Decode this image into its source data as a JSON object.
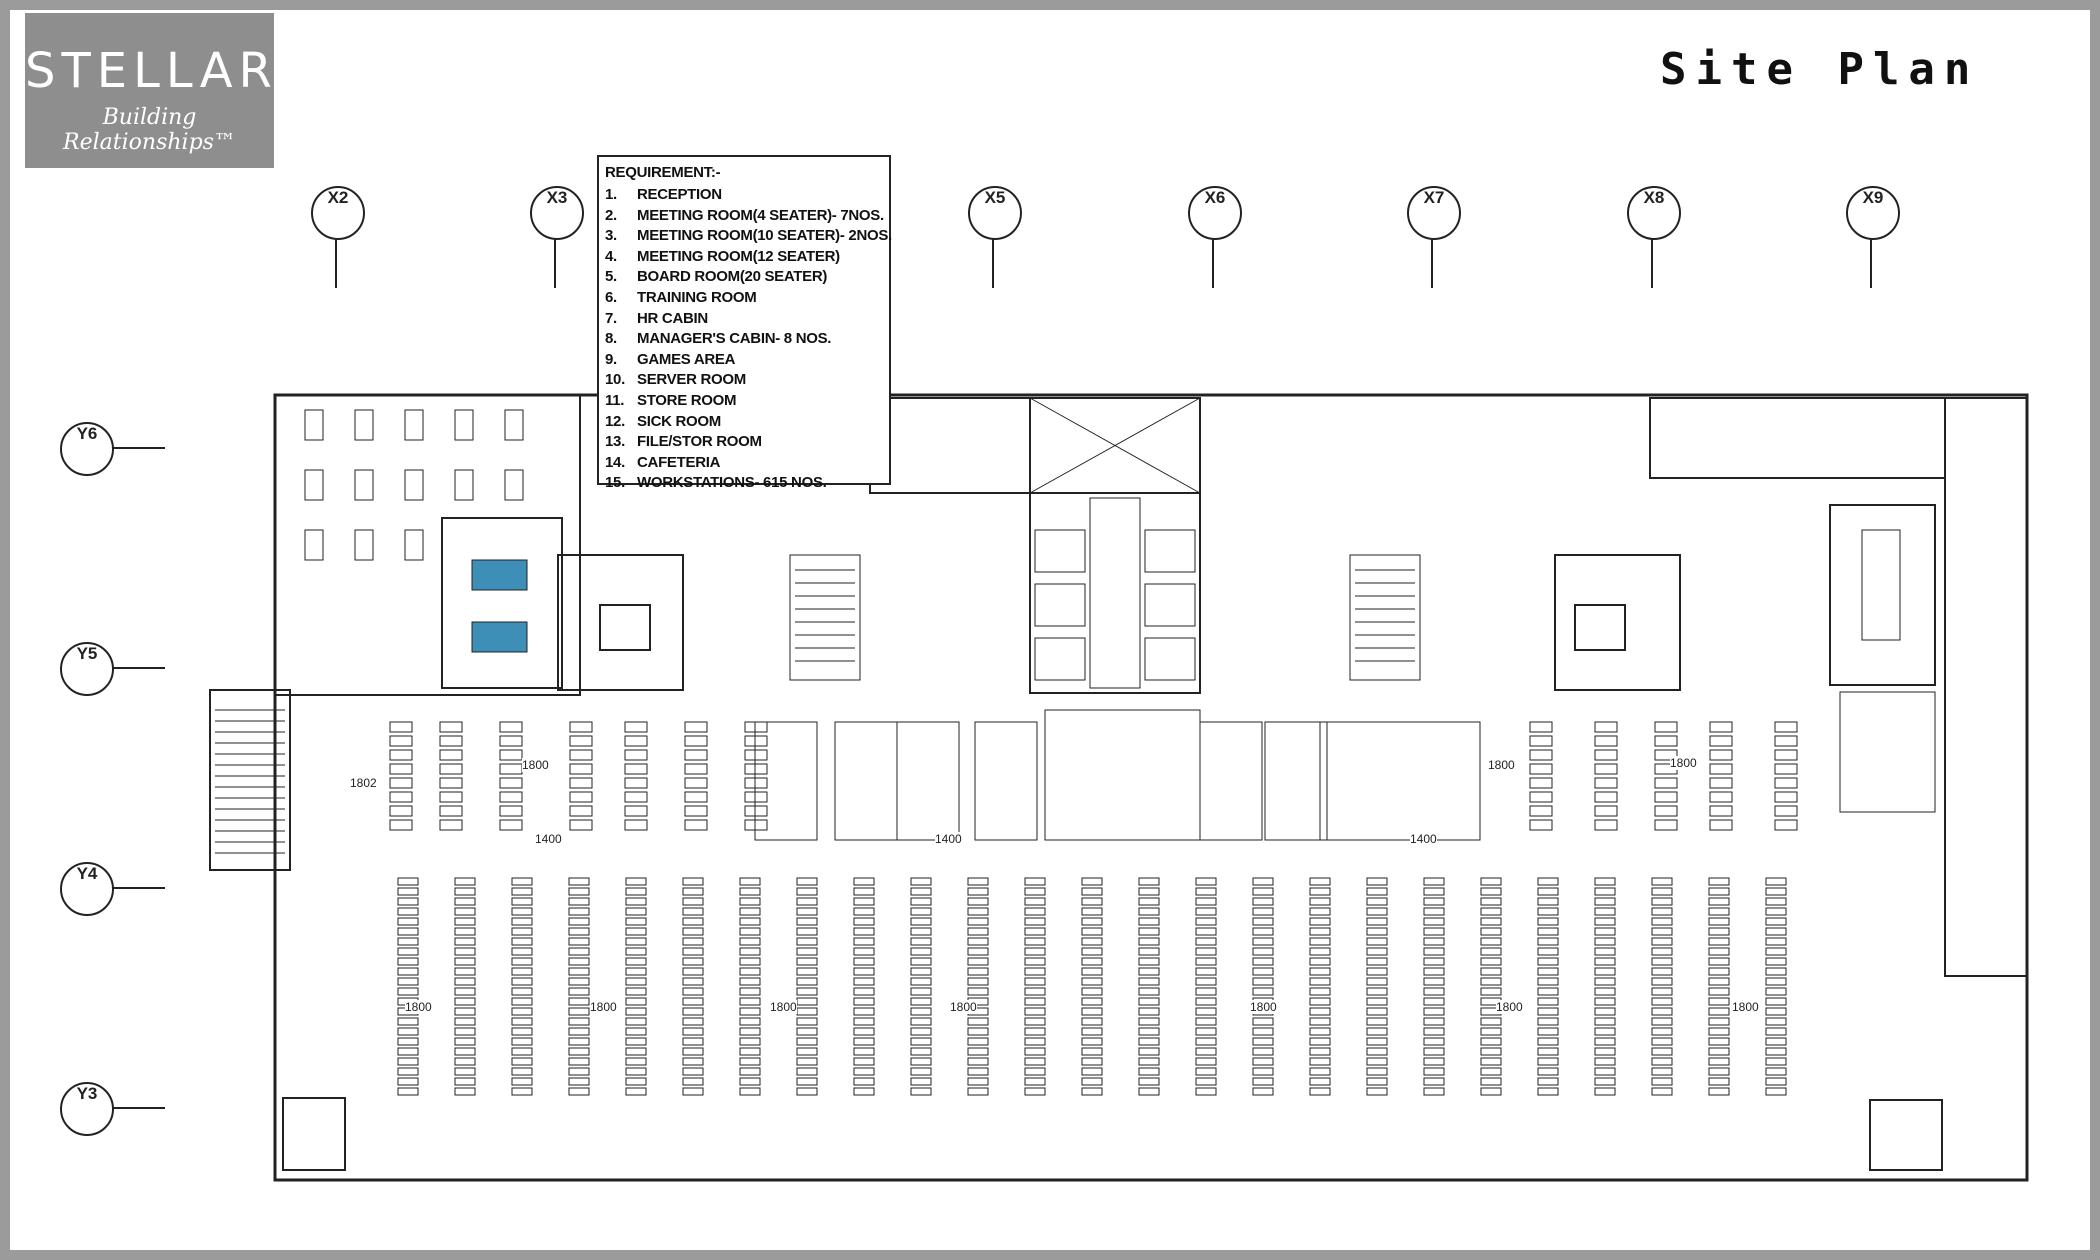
{
  "brand": {
    "name": "STELLAR",
    "tagline": "Building Relationships™",
    "bg_color": "#8e8e8e"
  },
  "title": "Site Plan",
  "requirement": {
    "heading": "REQUIREMENT:-",
    "items": [
      {
        "num": "1.",
        "text": "RECEPTION"
      },
      {
        "num": "2.",
        "text": "MEETING ROOM(4 SEATER)- 7NOS."
      },
      {
        "num": "3.",
        "text": "MEETING ROOM(10 SEATER)- 2NOS."
      },
      {
        "num": "4.",
        "text": "MEETING ROOM(12 SEATER)"
      },
      {
        "num": "5.",
        "text": "BOARD ROOM(20 SEATER)"
      },
      {
        "num": "6.",
        "text": "TRAINING ROOM"
      },
      {
        "num": "7.",
        "text": "HR CABIN"
      },
      {
        "num": "8.",
        "text": "MANAGER'S CABIN- 8 NOS."
      },
      {
        "num": "9.",
        "text": "GAMES AREA"
      },
      {
        "num": "10.",
        "text": "SERVER ROOM"
      },
      {
        "num": "11.",
        "text": "STORE ROOM"
      },
      {
        "num": "12.",
        "text": "SICK ROOM"
      },
      {
        "num": "13.",
        "text": "FILE/STOR ROOM"
      },
      {
        "num": "14.",
        "text": "CAFETERIA"
      },
      {
        "num": "15.",
        "text": "WORKSTATIONS- 615 NOS."
      }
    ]
  },
  "grid_x": [
    "X2",
    "X3",
    "X5",
    "X6",
    "X7",
    "X8",
    "X9"
  ],
  "grid_y": [
    "Y6",
    "Y5",
    "Y4",
    "Y3"
  ],
  "dimensions": {
    "d1802": "1802",
    "d1800": "1800",
    "d1400": "1400"
  },
  "colors": {
    "line": "#222222",
    "games_table": "#3d8fb8"
  }
}
